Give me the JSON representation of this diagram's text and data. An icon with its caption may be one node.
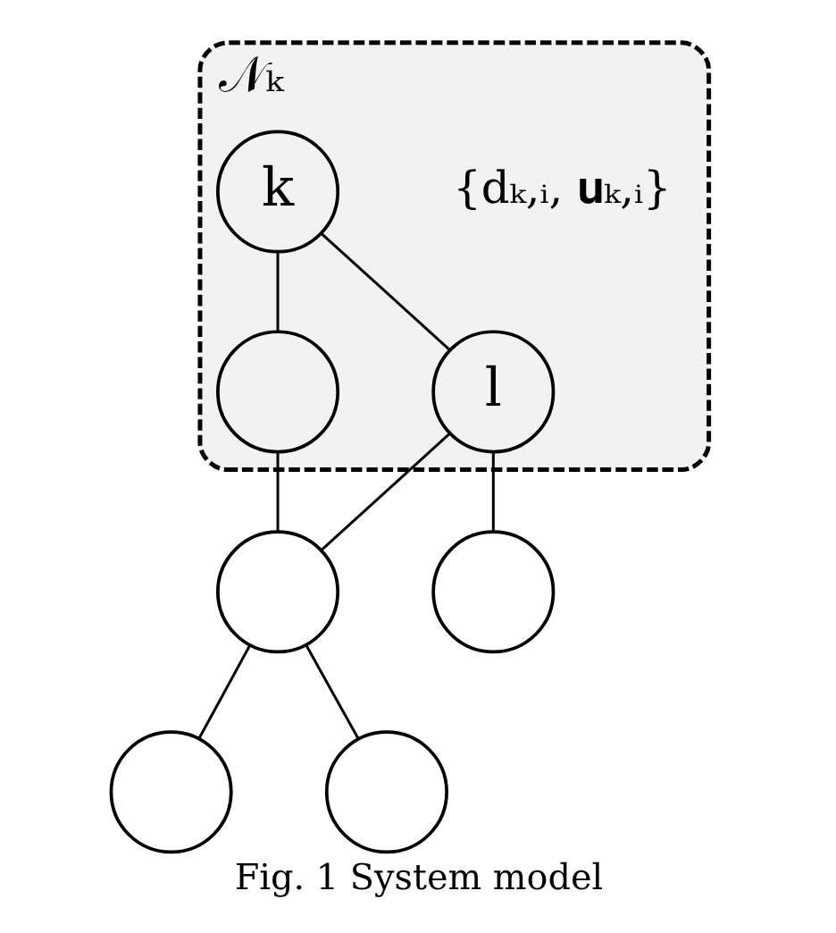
{
  "diagram": {
    "caption": "Fig. 1 System model",
    "nodes": [
      {
        "text": [
          "𝒩ₖ"
        ]
      },
      {
        "text": [
          "k"
        ],
        "in": 0,
        "beside": [
          "{dₖ,ᵢ, 𝐮ₖ,ᵢ}"
        ]
      },
      {
        "text": [],
        "shape": "circle",
        "in": 0
      },
      {
        "text": [
          "l"
        ],
        "in": 0
      },
      {
        "text": [],
        "shape": "circle"
      },
      {
        "text": [],
        "shape": "circle"
      },
      {
        "text": [],
        "shape": "circle"
      },
      {
        "text": [],
        "shape": "circle"
      }
    ],
    "edges": [
      {
        "from": 1,
        "to": 3,
        "arrow": "none"
      },
      {
        "from": 1,
        "to": 2,
        "arrow": "none"
      },
      {
        "from": 2,
        "to": 4,
        "arrow": "none"
      },
      {
        "from": 3,
        "to": 4,
        "arrow": "none"
      },
      {
        "from": 3,
        "to": 5,
        "arrow": "none"
      },
      {
        "from": 4,
        "to": 6,
        "arrow": "none"
      },
      {
        "from": 4,
        "to": 7,
        "arrow": "none"
      }
    ]
  }
}
